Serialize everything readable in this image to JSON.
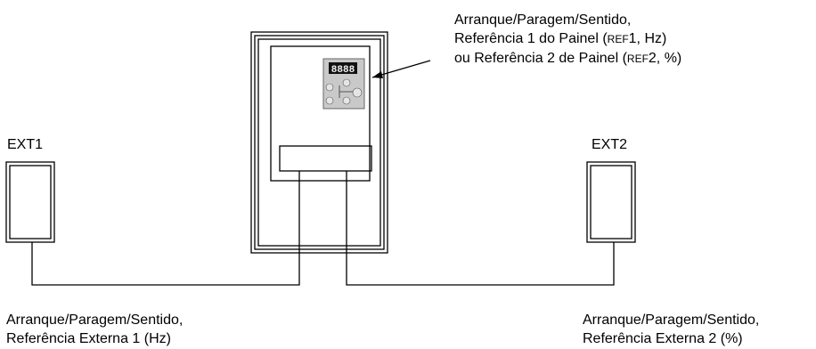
{
  "labels": {
    "ext1": "EXT1",
    "ext2": "EXT2"
  },
  "panel_callout": {
    "line1": "Arranque/Paragem/Sentido,",
    "line2_pre": "Referência 1 do Painel (",
    "line2_sc": "REF",
    "line2_post": "1, Hz)",
    "line3_pre": "ou Referência 2 de Painel (",
    "line3_sc": "REF",
    "line3_post": "2, %)"
  },
  "ext1_caption": {
    "line1": "Arranque/Paragem/Sentido,",
    "line2": "Referência Externa 1 (Hz)"
  },
  "ext2_caption": {
    "line1": "Arranque/Paragem/Sentido,",
    "line2": "Referência Externa 2 (%)"
  },
  "keypad_display": "8888"
}
